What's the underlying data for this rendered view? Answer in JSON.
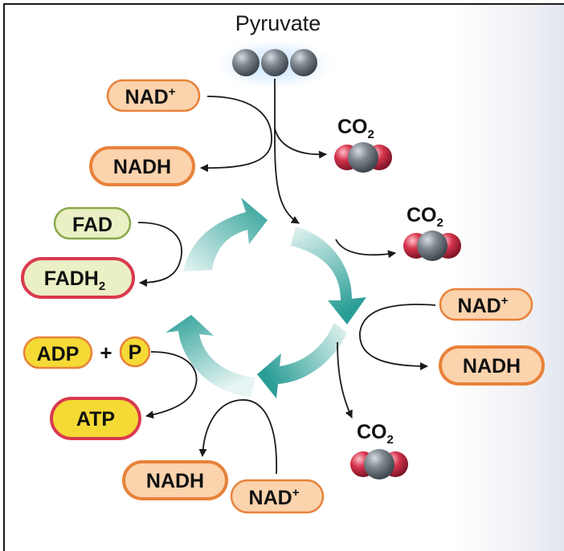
{
  "title": "Pyruvate",
  "co2": {
    "main": "CO",
    "sub": "2"
  },
  "nad_plus": {
    "main": "NAD",
    "sup": "+"
  },
  "nadh": "NADH",
  "fad": "FAD",
  "fadh2": {
    "main": "FADH",
    "sub": "2"
  },
  "adp": "ADP",
  "plus_sign": "+",
  "phosphate": "P",
  "atp": "ATP",
  "colors": {
    "nad_fill": "#fbd3ad",
    "nad_stroke": "#e8823a",
    "fad_fill": "#ebefc4",
    "fad_stroke": "#8aa84a",
    "fadh2_stroke": "#d93a4e",
    "atp_fill": "#f5d935",
    "atp_stroke": "#d93a4e",
    "cycle": "#2aa39a",
    "carbon": "#6e7780",
    "oxygen": "#d6344d"
  }
}
